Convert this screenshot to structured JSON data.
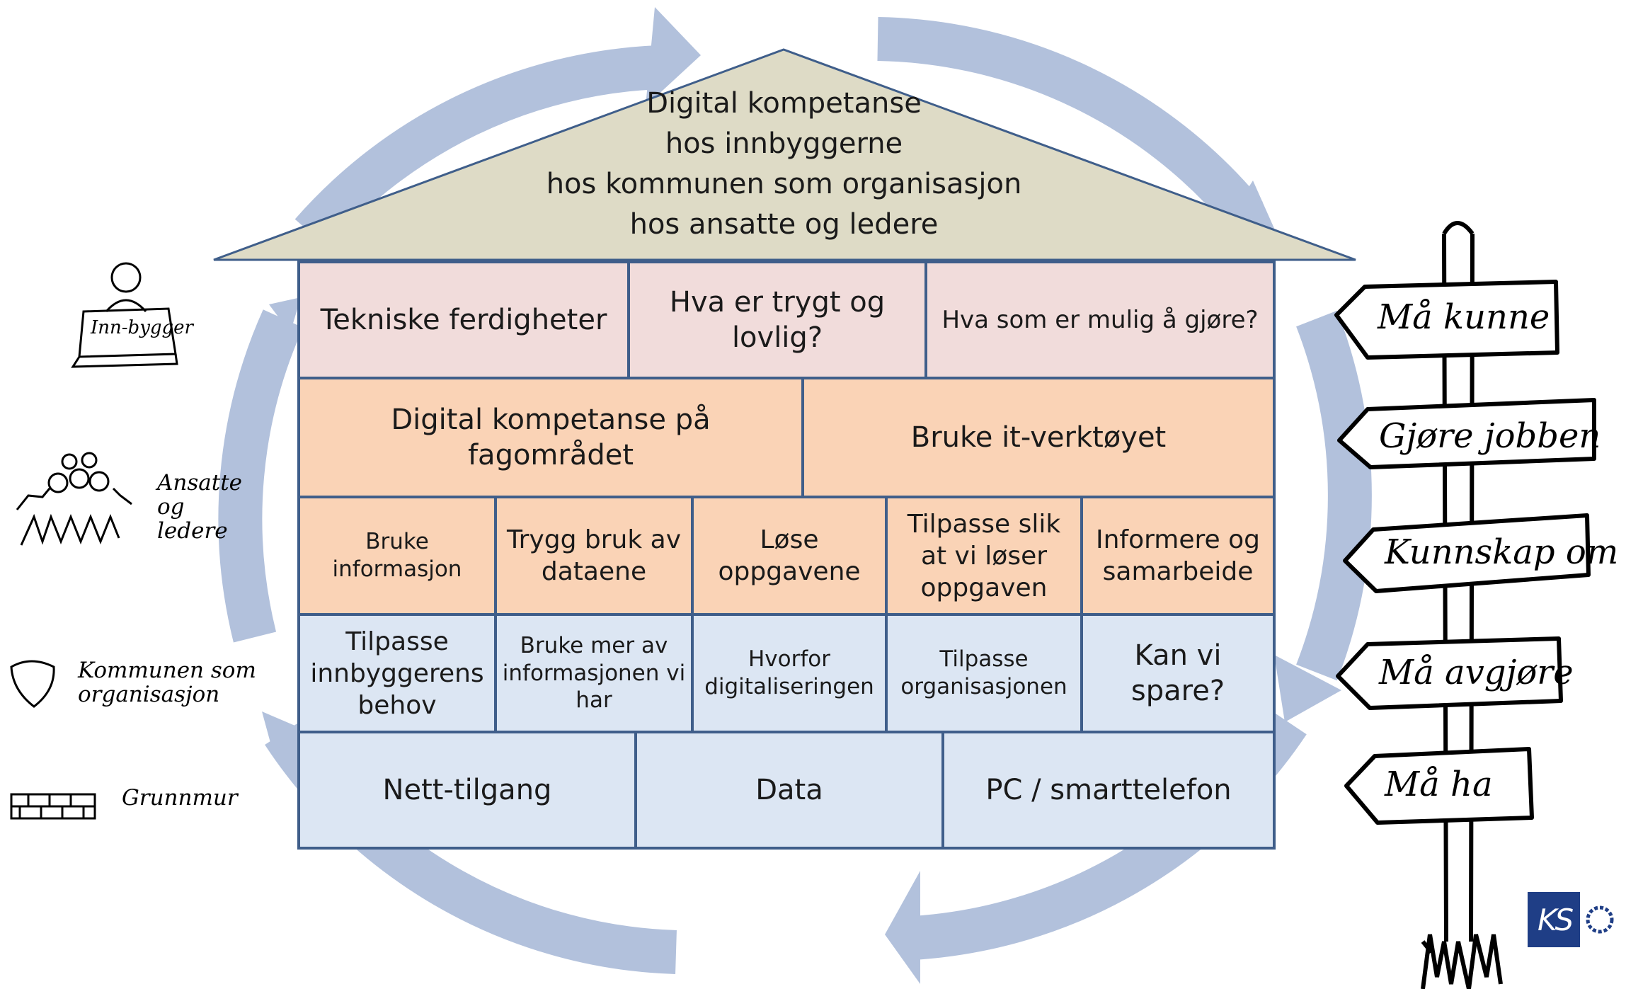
{
  "roof": {
    "lines": [
      "Digital kompetanse",
      "hos innbyggerne",
      "hos kommunen som organisasjon",
      "hos ansatte og ledere"
    ]
  },
  "rows": {
    "row1": [
      "Tekniske ferdigheter",
      "Hva er trygt og lovlig?",
      "Hva som er mulig å gjøre?"
    ],
    "row2": [
      "Digital kompetanse på fagområdet",
      "Bruke it-verktøyet"
    ],
    "row3": [
      "Bruke informasjon",
      "Trygg bruk av dataene",
      "Løse oppgavene",
      "Tilpasse slik at vi løser oppgaven",
      "Informere og samarbeide"
    ],
    "row4": [
      "Tilpasse innbyggerens behov",
      "Bruke mer av informasjonen vi har",
      "Hvorfor digitaliseringen",
      "Tilpasse organisasjonen",
      "Kan vi spare?"
    ],
    "row5": [
      "Nett-tilgang",
      "Data",
      "PC / smarttelefon"
    ]
  },
  "legend": {
    "innbygger": "Inn-bygger",
    "ansatte": "Ansatte og ledere",
    "kommunen": "Kommunen som organisasjon",
    "grunnmur": "Grunnmur"
  },
  "signpost": [
    "Må kunne",
    "Gjøre jobben",
    "Kunnskap om",
    "Må avgjøre",
    "Må ha"
  ],
  "logo": {
    "text": "KS",
    "color": "#1f3e86"
  },
  "colors": {
    "roof": "#dedbc6",
    "pink": "#f1dcdb",
    "orange": "#fad3b6",
    "blue": "#dce6f3",
    "arrows": "#b2c1dc",
    "border": "#3f5e8a"
  }
}
